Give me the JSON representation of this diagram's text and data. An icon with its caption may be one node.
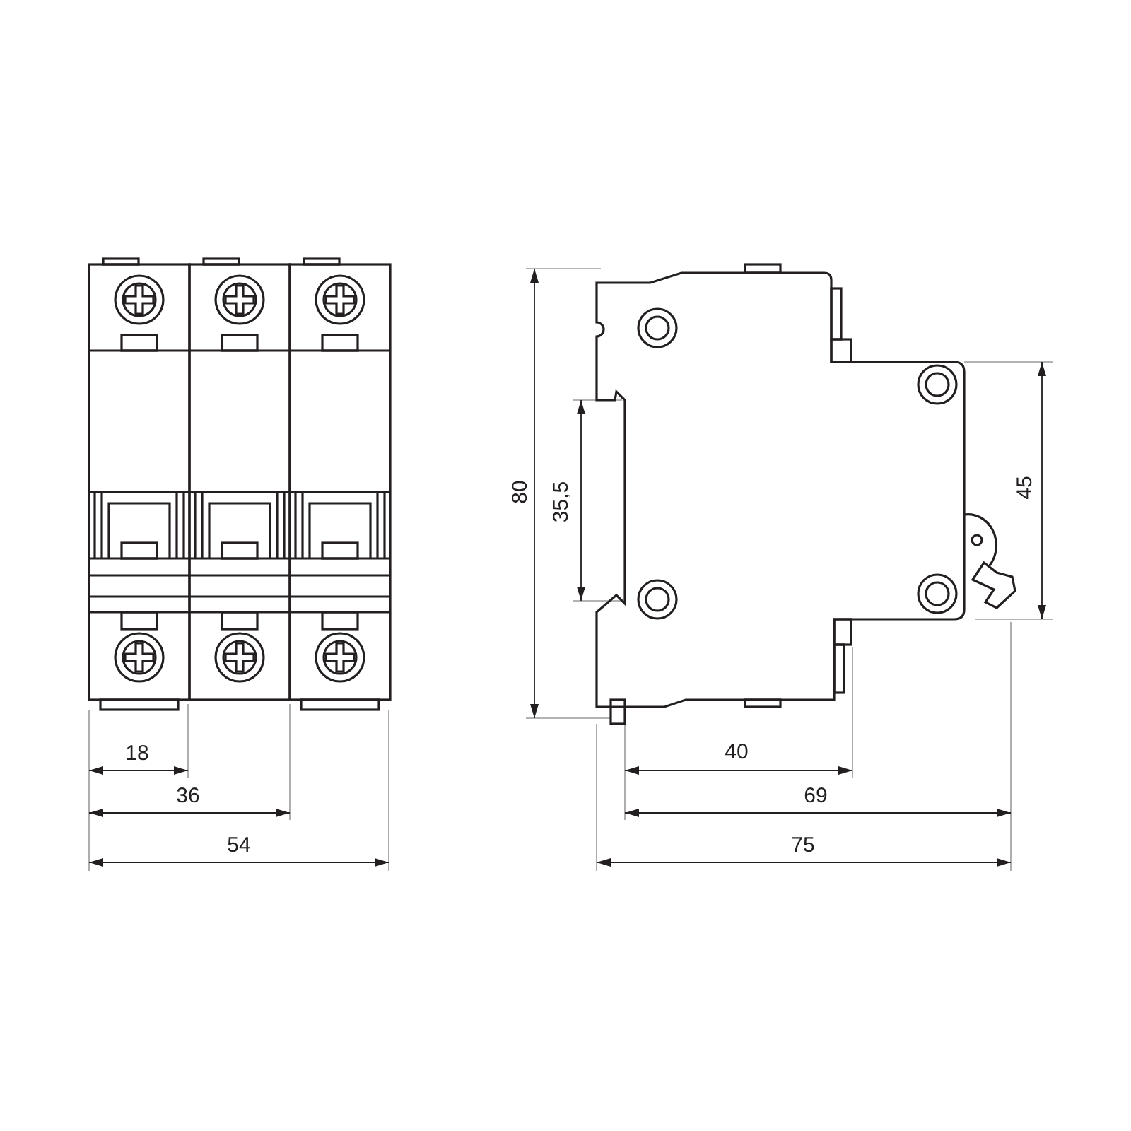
{
  "diagram": {
    "labels": [
      "80",
      "35,5",
      "45",
      "18",
      "40",
      "36",
      "69",
      "54",
      "75"
    ]
  }
}
